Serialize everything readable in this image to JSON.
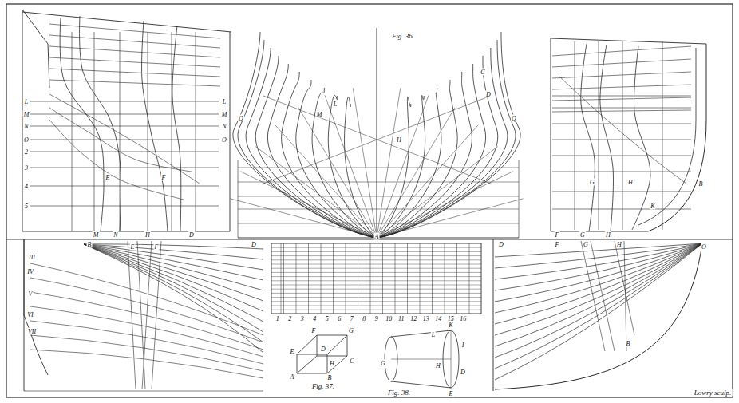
{
  "diagram": {
    "labels": [
      "Fig. 36.",
      "A",
      "L",
      "M",
      "N",
      "O",
      "2",
      "3",
      "4",
      "5",
      "L",
      "M",
      "N",
      "O",
      "E",
      "F",
      "M",
      "N",
      "H",
      "D",
      "L",
      "M",
      "H",
      "Q",
      "Q",
      "C",
      "D",
      "G",
      "H",
      "F",
      "G",
      "H",
      "K",
      "B",
      "D",
      "B",
      "IV",
      "V",
      "VI",
      "VII",
      "III",
      "E",
      "F",
      "D",
      "F",
      "G",
      "H",
      "O",
      "B",
      "1",
      "2",
      "3",
      "4",
      "5",
      "6",
      "7",
      "8",
      "9",
      "10",
      "11",
      "12",
      "13",
      "14",
      "15",
      "16",
      "A",
      "B",
      "C",
      "D",
      "E",
      "F",
      "G",
      "H",
      "Fig. 37.",
      "K",
      "L",
      "I",
      "H",
      "G",
      "D",
      "E",
      "Fig. 38.",
      "Lowry sculp."
    ]
  }
}
